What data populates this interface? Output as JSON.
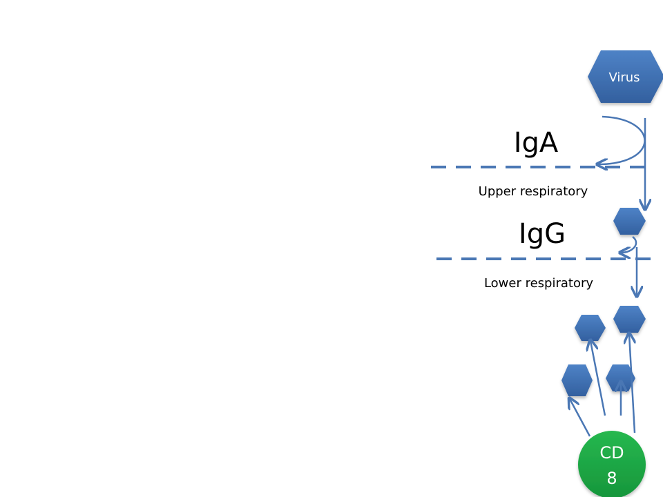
{
  "diagram": {
    "nodes": {
      "virus": "Virus",
      "cd8_line1": "CD",
      "cd8_line2": "8"
    },
    "barriers": {
      "iga": "IgA",
      "igg": "IgG"
    },
    "regions": {
      "upper": "Upper respiratory",
      "lower": "Lower respiratory"
    },
    "colors": {
      "virus_fill": "#3f6fb5",
      "cd8_fill": "#1faa47",
      "line": "#4a77b4"
    }
  }
}
